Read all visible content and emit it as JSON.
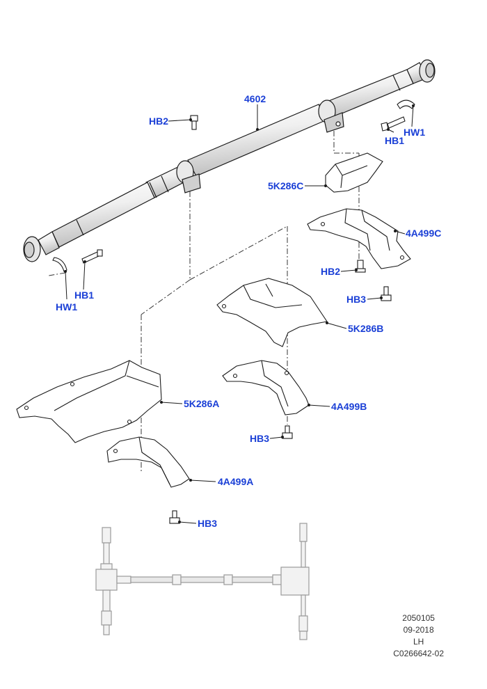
{
  "diagram": {
    "labels": {
      "shaft": "4602",
      "hb2_top": "HB2",
      "hb1_right": "HB1",
      "hw1_right": "HW1",
      "hb1_left": "HB1",
      "hw1_left": "HW1",
      "shield_c": "5K286C",
      "bracket_c": "4A499C",
      "hb2_mid": "HB2",
      "hb3_c": "HB3",
      "shield_b": "5K286B",
      "bracket_b": "4A499B",
      "hb3_b": "HB3",
      "shield_a": "5K286A",
      "bracket_a": "4A499A",
      "hb3_a": "HB3"
    },
    "colors": {
      "callout": "#1a3fd6",
      "line": "#1a1a1a",
      "part_fill": "#ffffff",
      "shaft_shade": "#d9d9d9",
      "locator_gray": "#9a9a9a"
    }
  },
  "footer": {
    "code": "2050105",
    "date": "09-2018",
    "side": "LH",
    "ref": "C0266642-02"
  }
}
